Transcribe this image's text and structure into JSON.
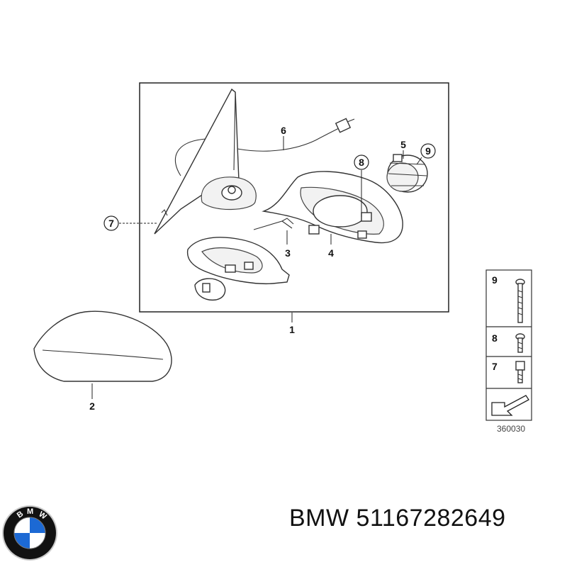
{
  "diagram": {
    "callouts": {
      "c1": "1",
      "c2": "2",
      "c3": "3",
      "c4": "4",
      "c5": "5",
      "c6": "6",
      "c7": "7",
      "c8": "8",
      "c9": "9"
    },
    "legend": {
      "items": [
        "9",
        "8",
        "7"
      ]
    },
    "diagram_code": "360030"
  },
  "caption": {
    "brand": "BMW",
    "part_number": "51167282649"
  },
  "logo": {
    "text": "BMW",
    "colors": {
      "blue": "#1c69d4",
      "white": "#ffffff",
      "ring": "#111111",
      "silver": "#c9c9c9"
    }
  }
}
